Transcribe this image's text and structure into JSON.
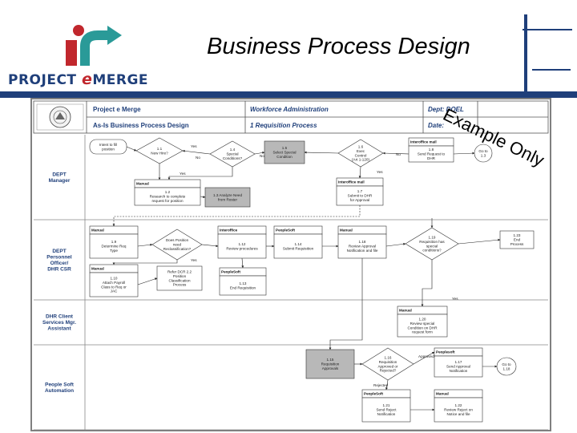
{
  "slide": {
    "title": "Business Process Design",
    "logo_text_a": "PROJECT ",
    "logo_text_e": "e",
    "logo_text_b": "MERGE",
    "watermark": "Example Only"
  },
  "colors": {
    "navy": "#1f3f7a",
    "red": "#c1272d",
    "teal": "#2a9a98",
    "box_gray": "#b8b8b8"
  },
  "diagram": {
    "header": {
      "org": "Project e Merge",
      "process_area": "Workforce Administration",
      "dept_label": "Dept: DOEL",
      "title": "As-Is Business Process Design",
      "process": "1 Requisition Process",
      "date_label": "Date:"
    },
    "lanes": [
      {
        "id": "l1",
        "label_lines": [
          "DEPT",
          "Manager"
        ]
      },
      {
        "id": "l2",
        "label_lines": [
          "DEPT",
          "Personnel",
          "Officer/",
          "DHR CSR"
        ]
      },
      {
        "id": "l3",
        "label_lines": [
          "DHR Client",
          "Services Mgr.",
          "Assistant"
        ]
      },
      {
        "id": "l4",
        "label_lines": [
          "People Soft",
          "Automation"
        ]
      }
    ],
    "nodes": [
      {
        "id": "start",
        "lines": [
          "Intent to fill",
          "position"
        ]
      },
      {
        "id": "d11",
        "lines": [
          "1.1",
          "New Hire?"
        ]
      },
      {
        "id": "d14",
        "lines": [
          "1.4",
          "Special",
          "Conditions?"
        ]
      },
      {
        "id": "n15",
        "lines": [
          "1.5",
          "Select Special",
          "Condition"
        ]
      },
      {
        "id": "d16",
        "lines": [
          "1.6",
          "Exec",
          "Control",
          "(Art 1-120)"
        ]
      },
      {
        "id": "n18tag",
        "lines": [
          "Interoffice mail"
        ]
      },
      {
        "id": "n18",
        "lines": [
          "1.8",
          "Send Request to",
          "DHR"
        ]
      },
      {
        "id": "goto",
        "lines": [
          "Go to",
          "1.3"
        ]
      },
      {
        "id": "n12tag",
        "lines": [
          "Manual"
        ]
      },
      {
        "id": "n12",
        "lines": [
          "1.2",
          "Research to complete",
          "request for position"
        ]
      },
      {
        "id": "n13",
        "lines": [
          "1.3 Analyze Need",
          "from Roster"
        ]
      },
      {
        "id": "n17tag",
        "lines": [
          "Interoffice mail"
        ]
      },
      {
        "id": "n17",
        "lines": [
          "1.7",
          "Submit to DHR",
          "for Approval"
        ]
      },
      {
        "id": "n9tag",
        "lines": [
          "Manual"
        ]
      },
      {
        "id": "n9",
        "lines": [
          "1.9",
          "Determine Req",
          "Type"
        ]
      },
      {
        "id": "d19",
        "lines": [
          "Does Position",
          "need",
          "Reclassification?"
        ]
      },
      {
        "id": "n112tag",
        "lines": [
          "Interoffice"
        ]
      },
      {
        "id": "n112",
        "lines": [
          "1.12",
          "Review procedures"
        ]
      },
      {
        "id": "n114tag",
        "lines": [
          "PeopleSoft"
        ]
      },
      {
        "id": "n114",
        "lines": [
          "1.14",
          "Submit Requisition"
        ]
      },
      {
        "id": "n118tag",
        "lines": [
          "Manual"
        ]
      },
      {
        "id": "n118",
        "lines": [
          "1.18",
          "Review Approval",
          "Notification and file"
        ]
      },
      {
        "id": "d119",
        "lines": [
          "1.19",
          "Requisition has",
          "special",
          "conditions?"
        ]
      },
      {
        "id": "n123",
        "lines": [
          "1.23",
          "End",
          "Process"
        ]
      },
      {
        "id": "n110tag",
        "lines": [
          "Manual"
        ]
      },
      {
        "id": "n110",
        "lines": [
          "1.10",
          "Attach Payroll",
          "Class to Req or",
          "JAC"
        ]
      },
      {
        "id": "n111",
        "lines": [
          "Refer DCR 2.2",
          "Position",
          "Classification",
          "Process"
        ]
      },
      {
        "id": "n113tag",
        "lines": [
          "PeopleSoft"
        ]
      },
      {
        "id": "n113",
        "lines": [
          "1.13",
          "End Requisition"
        ]
      },
      {
        "id": "n120tag",
        "lines": [
          "Manual"
        ]
      },
      {
        "id": "n120",
        "lines": [
          "1.20",
          "Review special",
          "Condition on DHR",
          "request form"
        ]
      },
      {
        "id": "n115",
        "lines": [
          "1.15",
          "Requisition",
          "Approvals"
        ]
      },
      {
        "id": "d116",
        "lines": [
          "1.16",
          "Requisition",
          "Approved or",
          "Rejected?"
        ]
      },
      {
        "id": "n117tag",
        "lines": [
          "Peoplesoft"
        ]
      },
      {
        "id": "n117",
        "lines": [
          "1.17",
          "Send Approval",
          "Notification"
        ]
      },
      {
        "id": "goto2",
        "lines": [
          "Go to",
          "1.18"
        ]
      },
      {
        "id": "n121tag",
        "lines": [
          "PeopleSoft"
        ]
      },
      {
        "id": "n121",
        "lines": [
          "1.21",
          "Send Reject",
          "Notification"
        ]
      },
      {
        "id": "n122tag",
        "lines": [
          "Manual"
        ]
      },
      {
        "id": "n122",
        "lines": [
          "1.22",
          "Review Reject on",
          "Notice and file"
        ]
      }
    ],
    "edge_labels": [
      "Yes",
      "No",
      "No",
      "Yes",
      "No",
      "Yes",
      "No",
      "Yes",
      "Yes",
      "Approved",
      "Rejected"
    ]
  }
}
